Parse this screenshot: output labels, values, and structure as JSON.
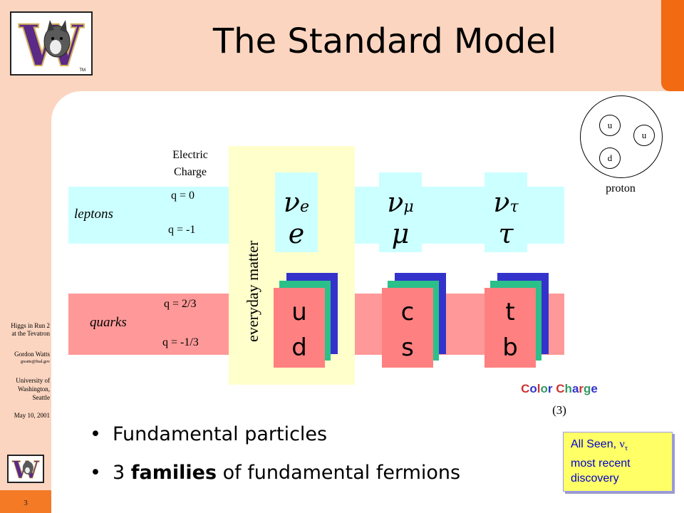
{
  "title": "The Standard Model",
  "sidebar": {
    "talk_title_1": "Higgs in Run 2",
    "talk_title_2": "at the Tevatron",
    "author": "Gordon Watts",
    "email": "gwatts@fnal.gov",
    "affiliation_1": "University of",
    "affiliation_2": "Washington,",
    "affiliation_3": "Seattle",
    "date": "May 10, 2001",
    "page_number": "3",
    "logo_letter": "W",
    "logo_tm": "TM"
  },
  "diagram": {
    "electric_charge_label_1": "Electric",
    "electric_charge_label_2": "Charge",
    "everyday_matter_label": "everyday matter",
    "leptons": {
      "label": "leptons",
      "charge_top": "q = 0",
      "charge_bottom": "q = -1",
      "families": [
        {
          "neutrino": "ν",
          "neutrino_sub": "e",
          "lepton": "e"
        },
        {
          "neutrino": "ν",
          "neutrino_sub": "μ",
          "lepton": "μ"
        },
        {
          "neutrino": "ν",
          "neutrino_sub": "τ",
          "lepton": "τ"
        }
      ]
    },
    "quarks": {
      "label": "quarks",
      "charge_top": "q = 2/3",
      "charge_bottom": "q = -1/3",
      "families": [
        {
          "up": "u",
          "down": "d"
        },
        {
          "up": "c",
          "down": "s"
        },
        {
          "up": "t",
          "down": "b"
        }
      ]
    },
    "color_charge": {
      "letters": [
        "C",
        "o",
        "l",
        "o",
        "r",
        " ",
        "C",
        "h",
        "a",
        "r",
        "g",
        "e"
      ],
      "colors": [
        "#cc3333",
        "#3333cc",
        "#cc3333",
        "#339966",
        "#3333cc",
        "#000000",
        "#cc3333",
        "#339966",
        "#3333cc",
        "#cc3333",
        "#339966",
        "#3333cc"
      ],
      "count": "(3)"
    },
    "proton": {
      "label": "proton",
      "quarks": [
        "u",
        "u",
        "d"
      ]
    }
  },
  "bullets": [
    {
      "prefix": "Fundamental particles",
      "bold": "",
      "suffix": ""
    },
    {
      "prefix": "3 ",
      "bold": "families",
      "suffix": " of fundamental fermions"
    }
  ],
  "note": {
    "line1_prefix": "All Seen, ",
    "line1_symbol": "ν",
    "line1_sub": "τ",
    "line2": "most recent",
    "line3": "discovery"
  },
  "colors": {
    "background": "#fbd5c0",
    "accent_orange": "#f26a12",
    "lepton_band": "#ccffff",
    "quark_band": "#ff9999",
    "everyday_band": "#ffffcc",
    "quark_card_front": "#ff8080",
    "quark_card_middle": "#2bc08a",
    "quark_card_back": "#3333cc",
    "note_bg": "#ffff66",
    "note_text": "#0000cc"
  }
}
